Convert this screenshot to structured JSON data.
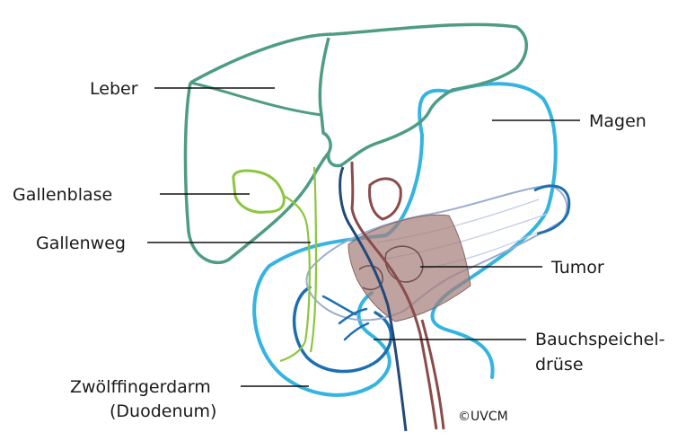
{
  "labels": {
    "leber": "Leber",
    "gallenblase": "Gallenblase",
    "gallenweg": "Gallenweg",
    "zwoelffingerdarm_line1": "Zwölffingerdarm",
    "zwoelffingerdarm_line2": "(Duodenum)",
    "magen": "Magen",
    "tumor": "Tumor",
    "bauchspeicheldruese_line1": "Bauchspeichel-",
    "bauchspeicheldruese_line2": "drüse"
  },
  "copyright": "©UVCM",
  "colors": {
    "liver": "#4e9c84",
    "stomach": "#34b4e0",
    "gallbladder": "#8cc63f",
    "pancreas_outline": "#9aaccf",
    "pancreatic_duct": "#1e6fb0",
    "vein": "#23497a",
    "artery": "#8a4b4b",
    "tumor_fill": "#a57f7c",
    "leader_line": "#111111"
  }
}
